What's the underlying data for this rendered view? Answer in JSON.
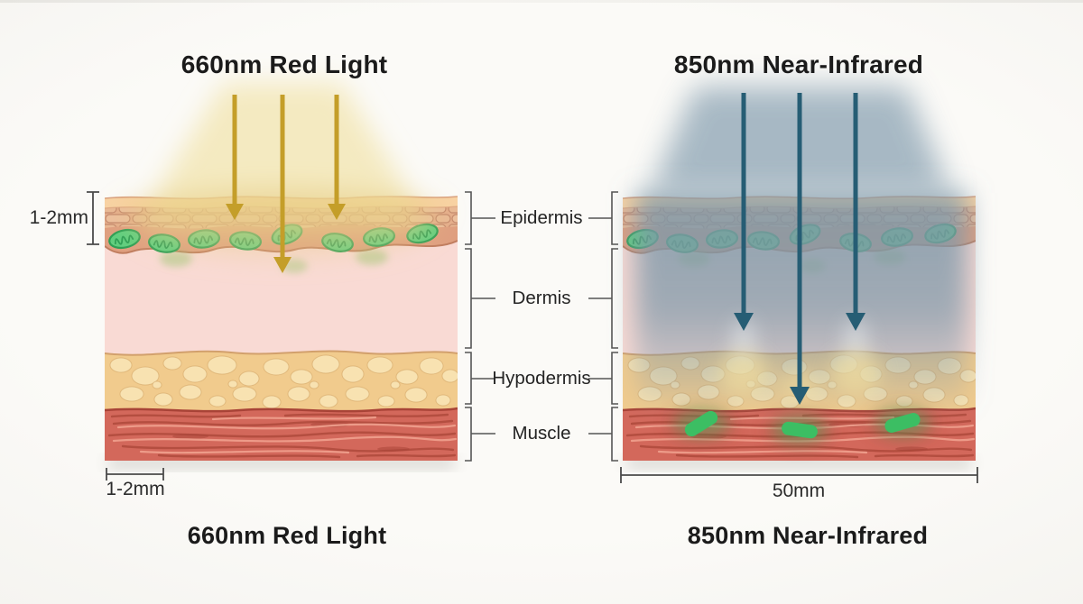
{
  "titles": {
    "left_top": "660nm Red Light",
    "right_top": "850nm Near-Infrared",
    "left_bottom": "660nm Red Light",
    "right_bottom": "850nm Near-Infrared"
  },
  "layers": [
    {
      "label": "Epidermis"
    },
    {
      "label": "Dermis"
    },
    {
      "label": "Hypodermis"
    },
    {
      "label": "Muscle"
    }
  ],
  "measurements": {
    "left_depth_side": "1-2mm",
    "left_depth_bottom": "1-2mm",
    "right_depth_bottom": "50mm"
  },
  "colors": {
    "red_light_arrow": "#C49E29",
    "red_light_glow": "#F0E0A0",
    "nir_arrow": "#265D74",
    "nir_glow": "#7E98A9",
    "mitochondria_green": "#3CBE63"
  }
}
